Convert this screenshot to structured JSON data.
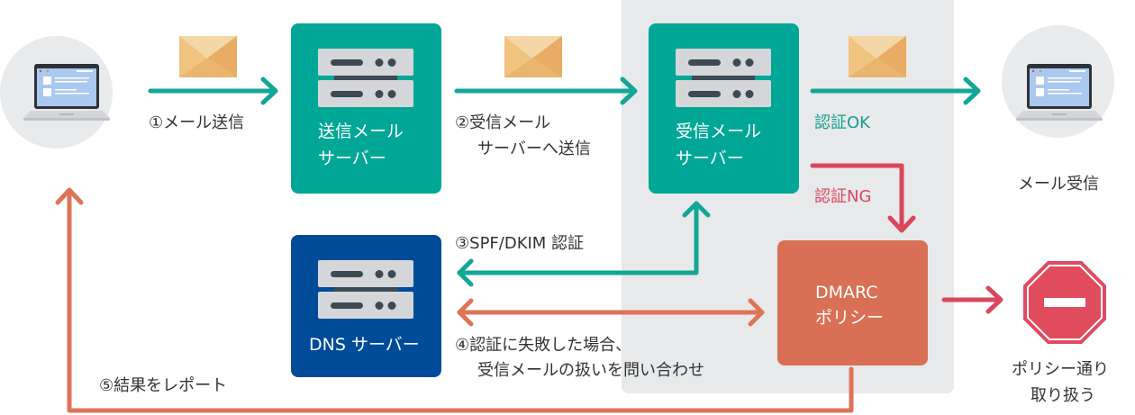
{
  "diagram": {
    "title": "DMARC mail authentication flow",
    "colors": {
      "teal": "#00a796",
      "navy": "#004c98",
      "coral": "#d97055",
      "red": "#d9475d",
      "envelope": "#efbf7c",
      "zone_bg": "#e8e9eb",
      "text": "#333333"
    },
    "nodes": {
      "sender_pc": {
        "icon": "laptop-icon"
      },
      "send_server": {
        "icon": "server-icon",
        "label_line1": "送信メール",
        "label_line2": "サーバー"
      },
      "receive_server": {
        "icon": "server-icon",
        "label_line1": "受信メール",
        "label_line2": "サーバー"
      },
      "receiver_pc": {
        "icon": "laptop-icon",
        "label": "メール受信"
      },
      "dns_server": {
        "icon": "server-icon",
        "label": "DNS サーバー"
      },
      "dmarc_policy": {
        "label_line1": "DMARC",
        "label_line2": "ポリシー"
      },
      "policy_action": {
        "icon": "stop-sign-icon",
        "label_line1": "ポリシー通り",
        "label_line2": "取り扱う"
      }
    },
    "steps": {
      "step1": "①メール送信",
      "step2_line1": "②受信メール",
      "step2_line2": "サーバーへ送信",
      "step3": "③SPF/DKIM 認証",
      "step4_line1": "④認証に失敗した場合、",
      "step4_line2": "受信メールの扱いを問い合わせ",
      "step5": "⑤結果をレポート",
      "auth_ok": "認証OK",
      "auth_ng": "認証NG"
    }
  }
}
